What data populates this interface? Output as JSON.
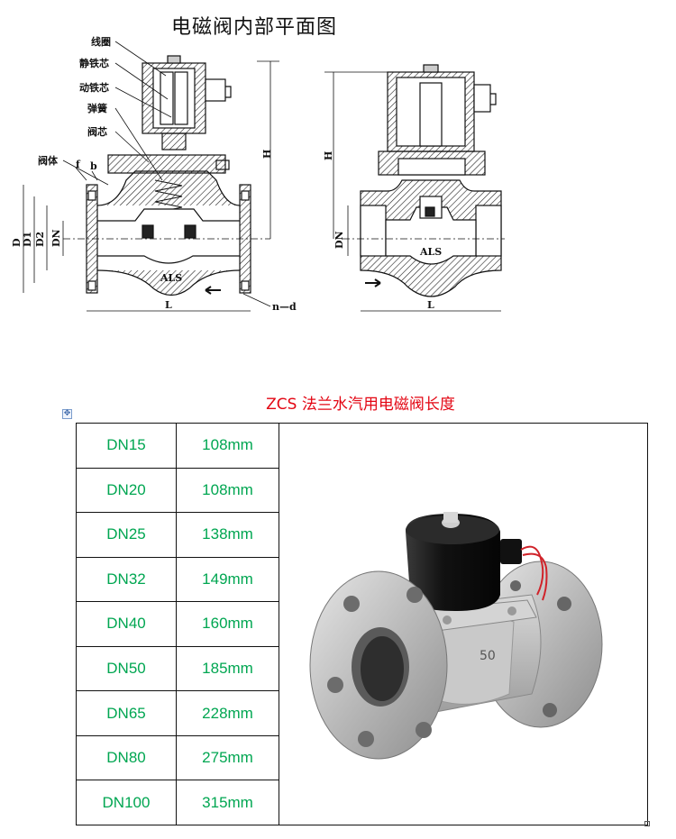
{
  "drawing": {
    "title": "电磁阀内部平面图",
    "labels": {
      "coil": "线圈",
      "static_core": "静铁芯",
      "moving_core": "动铁芯",
      "spring": "弹簧",
      "valve_core": "阀芯",
      "valve_body": "阀体"
    },
    "dims": {
      "H": "H",
      "D": "D",
      "D1": "D1",
      "D2": "D2",
      "DN": "DN",
      "L": "L",
      "f": "f",
      "b": "b",
      "nd": "n—d"
    },
    "body_mark": "ALS",
    "photo_mark": "50"
  },
  "table": {
    "caption": "ZCS 法兰水汽用电磁阀长度",
    "rows": [
      {
        "size": "DN15",
        "length": "108mm"
      },
      {
        "size": "DN20",
        "length": "108mm"
      },
      {
        "size": "DN25",
        "length": "138mm"
      },
      {
        "size": "DN32",
        "length": "149mm"
      },
      {
        "size": "DN40",
        "length": "160mm"
      },
      {
        "size": "DN50",
        "length": "185mm"
      },
      {
        "size": "DN65",
        "length": "228mm"
      },
      {
        "size": "DN80",
        "length": "275mm"
      },
      {
        "size": "DN100",
        "length": "315mm"
      }
    ]
  }
}
